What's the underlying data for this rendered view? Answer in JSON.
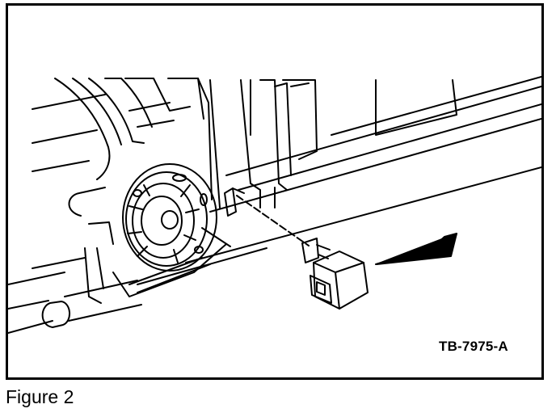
{
  "figure": {
    "code": "TB-7975-A",
    "caption": "Figure 2"
  },
  "colors": {
    "line": "#000000",
    "background": "#ffffff"
  },
  "parts": {
    "housing": "transmission-housing",
    "sensor": "range-sensor",
    "connector": "electrical-connector",
    "arrow": "direction-arrow"
  }
}
